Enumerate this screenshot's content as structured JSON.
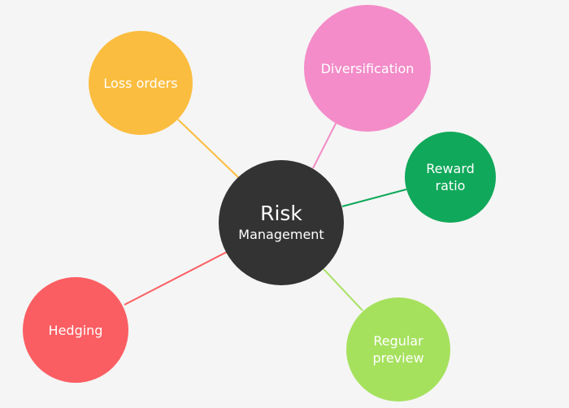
{
  "center": {
    "line1": "Risk",
    "line2": "Management",
    "color": "#333333"
  },
  "nodes": {
    "loss_orders": {
      "label": "Loss orders",
      "color": "#fbbd3f"
    },
    "diversification": {
      "label": "Diversification",
      "color": "#f38cc8"
    },
    "reward_ratio": {
      "line1": "Reward",
      "line2": "ratio",
      "color": "#10a85a"
    },
    "regular_preview": {
      "line1": "Regular",
      "line2": "preview",
      "color": "#a6e15e"
    },
    "hedging": {
      "label": "Hedging",
      "color": "#fb5e62"
    }
  }
}
